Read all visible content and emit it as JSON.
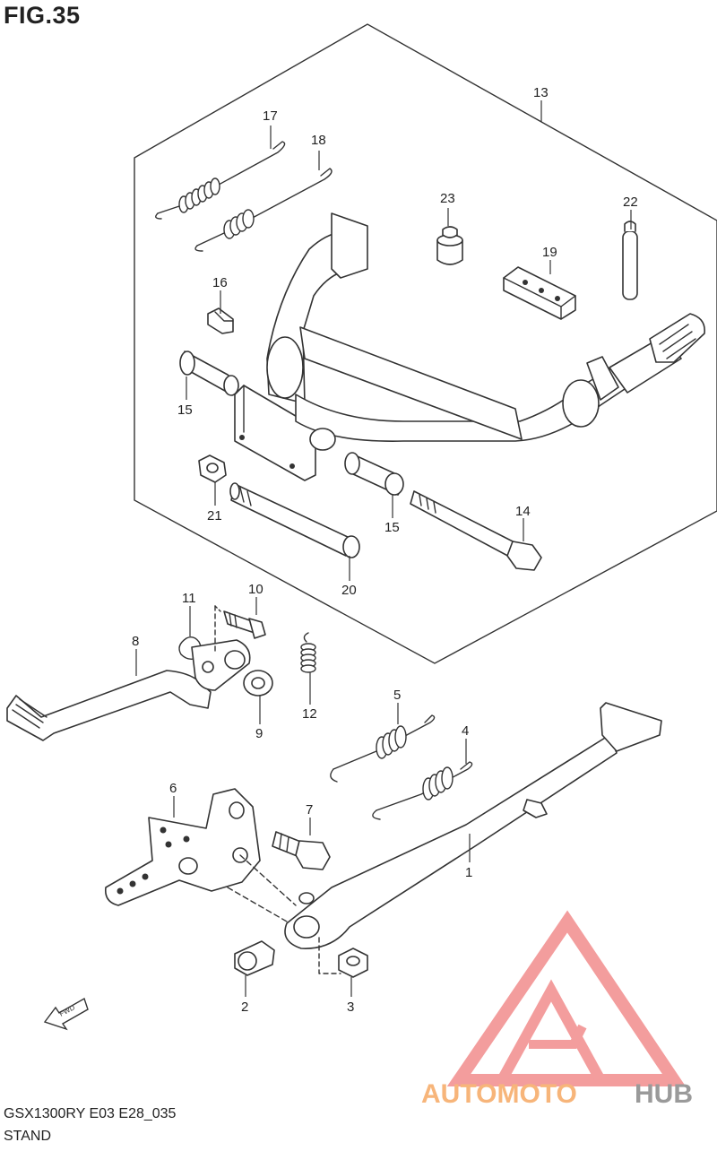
{
  "figure_title": "FIG.35",
  "model_code": "GSX1300RY E03 E28_035",
  "section_name": "STAND",
  "forward_marker": "FWD",
  "watermark": {
    "prefix": "AUTOMOTO",
    "suffix": "HUB",
    "prefix_color": "#f7b57a",
    "suffix_color": "#9a9a9a",
    "logo_color": "#f28c8c"
  },
  "callouts": {
    "c1": "1",
    "c2": "2",
    "c3": "3",
    "c4": "4",
    "c5": "5",
    "c6": "6",
    "c7": "7",
    "c8": "8",
    "c9": "9",
    "c10": "10",
    "c11": "11",
    "c12": "12",
    "c13": "13",
    "c14": "14",
    "c15a": "15",
    "c15b": "15",
    "c16": "16",
    "c17": "17",
    "c18": "18",
    "c19": "19",
    "c20": "20",
    "c21": "21",
    "c22": "22",
    "c23": "23"
  }
}
